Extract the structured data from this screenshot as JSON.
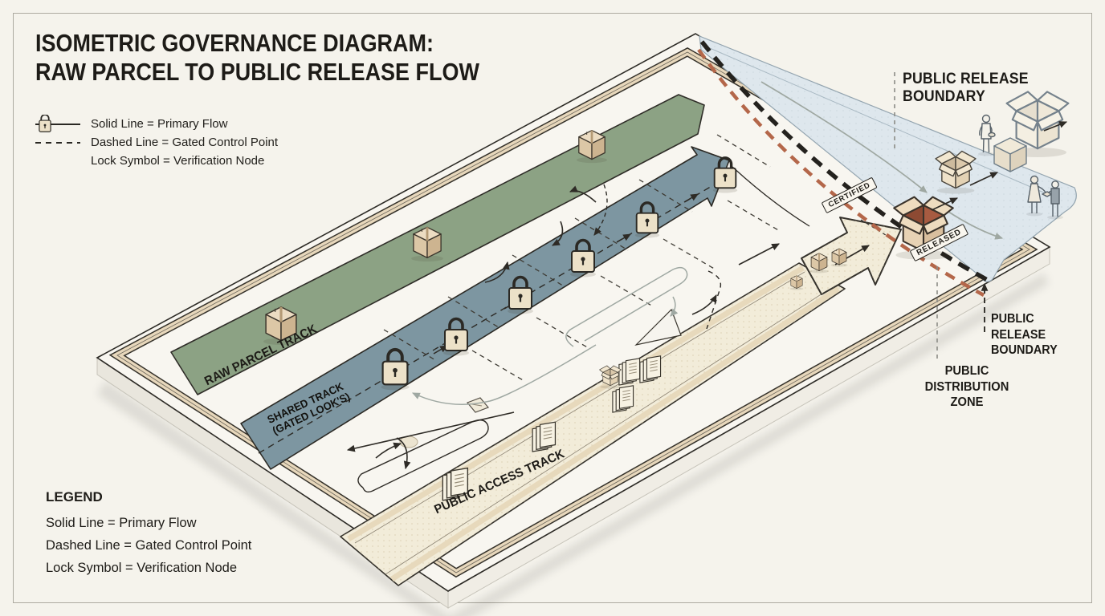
{
  "title": {
    "line1": "ISOMETRIC GOVERNANCE DIAGRAM:",
    "line2": "RAW PARCEL TO PUBLIC RELEASE FLOW"
  },
  "legend_top": {
    "items": [
      {
        "swatch": "solid-line",
        "label": "Solid Line = Primary Flow"
      },
      {
        "swatch": "dashed-line",
        "label": "Dashed Line = Gated Control Point"
      },
      {
        "swatch": "lock-symbol",
        "label": "Lock Symbol = Verification Node"
      }
    ]
  },
  "legend_bottom": {
    "heading": "LEGEND",
    "items": [
      "Solid Line = Primary Flow",
      "Dashed Line = Gated Control Point",
      "Lock Symbol = Verification Node"
    ]
  },
  "tracks": {
    "raw_label": "RAW PARCEL TRACK",
    "shared_label_line1": "SHARED TRACK",
    "shared_label_line2": "(GATED LOOK'S)",
    "public_label": "PUBLIC ACCESS TRACK"
  },
  "boundaries": {
    "top": {
      "line1": "PUBLIC RELEASE",
      "line2": "BOUNDARY"
    },
    "right": {
      "line1": "PUBLIC",
      "line2": "RELEASE",
      "line3": "BOUNDARY"
    },
    "zone": {
      "line1": "PUBLIC",
      "line2": "DISTRIBUTION",
      "line3": "ZONE"
    }
  },
  "tags": {
    "certified": "CERTIFIED",
    "released": "RELEASED"
  },
  "colors": {
    "background": "#f5f3ec",
    "panel_border": "#adaaa0",
    "ink": "#1d1b17",
    "raw_track_green": "#8ca284",
    "shared_track_blue": "#7d96a1",
    "frame_tan": "#e7d7bb",
    "public_track_cream": "#f2ecd9",
    "distribution_zone_blue": "#dee7ed",
    "boundary_black": "#24221e",
    "boundary_terracotta": "#b4674a",
    "released_box_interior": "#a05a41"
  }
}
